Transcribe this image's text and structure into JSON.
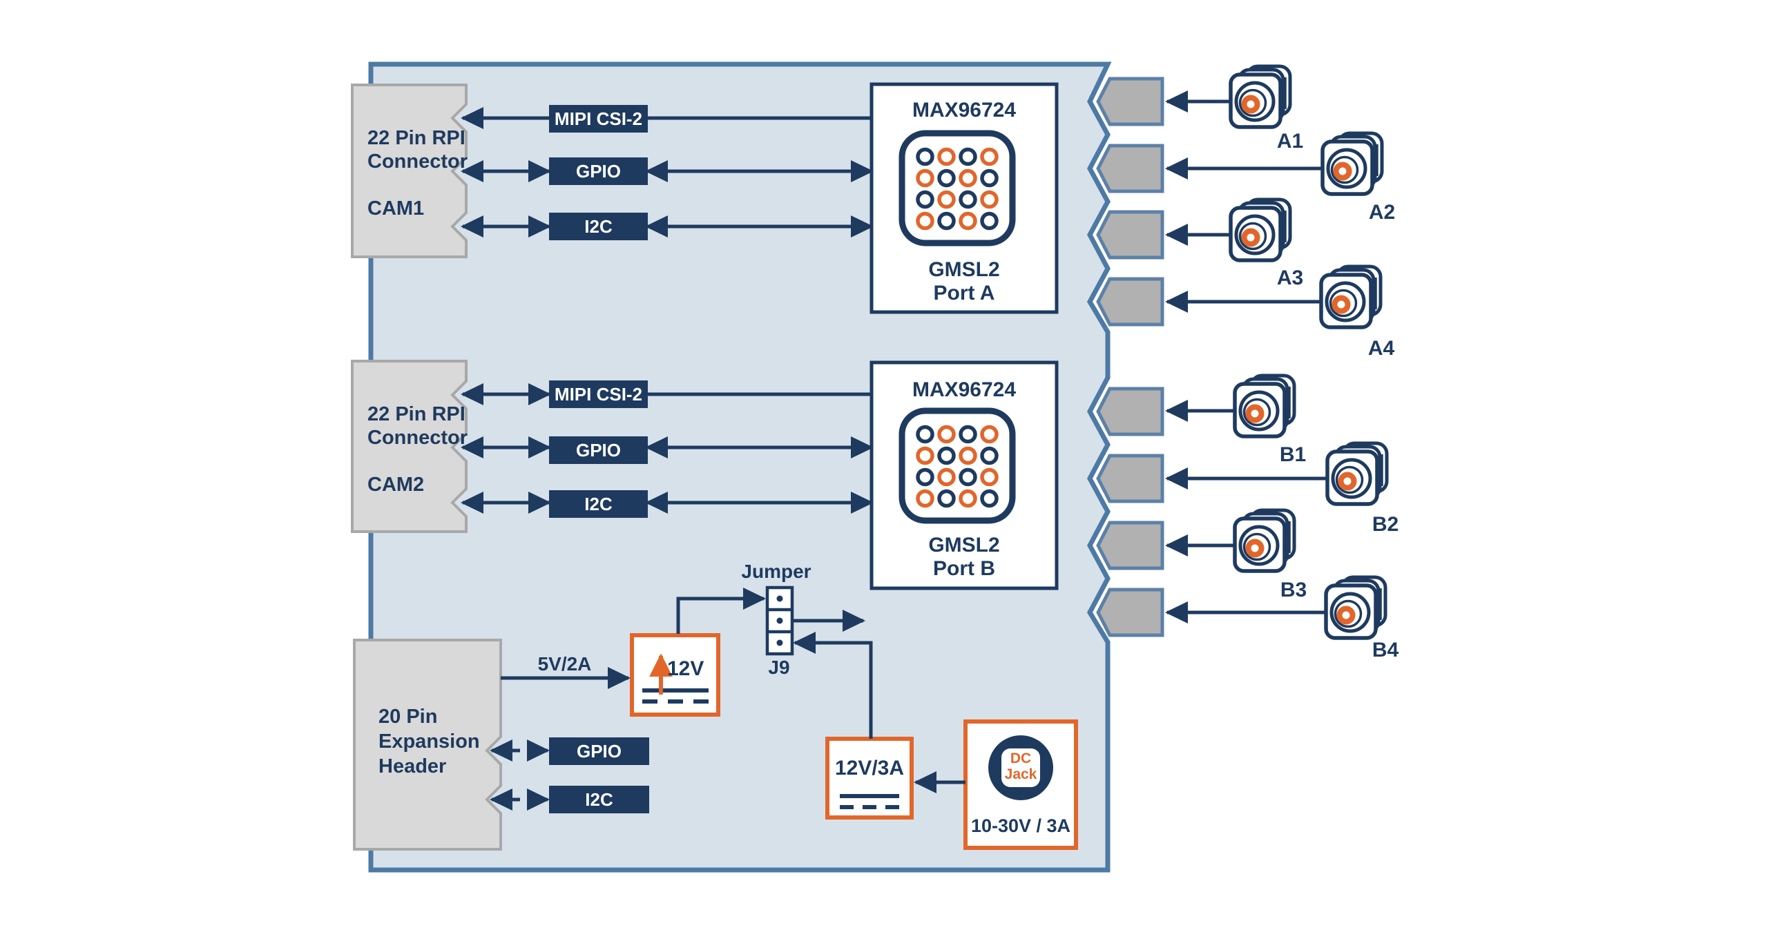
{
  "colors": {
    "navy": "#1e3a5f",
    "orange": "#e2662a",
    "board_fill": "#d7e1ea",
    "board_border": "#4d7aa5",
    "block_fill": "#d9d9d9",
    "block_border": "#a8a8a8",
    "pentagon_fill": "#b1b1b1",
    "pentagon_border": "#5c81a8",
    "bar_text": "#ffffff"
  },
  "cam1": {
    "line1": "22 Pin RPI",
    "line2": "Connector",
    "name": "CAM1",
    "mipi": "MIPI CSI-2",
    "gpio": "GPIO",
    "i2c": "I2C"
  },
  "cam2": {
    "line1": "22 Pin RPI",
    "line2": "Connector",
    "name": "CAM2",
    "mipi": "MIPI CSI-2",
    "gpio": "GPIO",
    "i2c": "I2C"
  },
  "expansion": {
    "line1": "20 Pin",
    "line2": "Expansion",
    "line3": "Header",
    "gpio": "GPIO",
    "i2c": "I2C"
  },
  "deserializer_a": {
    "chip": "MAX96724",
    "bus": "GMSL2",
    "port": "Port A"
  },
  "deserializer_b": {
    "chip": "MAX96724",
    "bus": "GMSL2",
    "port": "Port B"
  },
  "power": {
    "input_5v": "5V/2A",
    "regulator": "12V",
    "jumper_title": "Jumper",
    "jumper_ref": "J9",
    "rail": "12V/3A",
    "dc_jack_line1": "DC",
    "dc_jack_line2": "Jack",
    "dc_input_range": "10-30V / 3A"
  },
  "cameras": {
    "a": [
      "A1",
      "A2",
      "A3",
      "A4"
    ],
    "b": [
      "B1",
      "B2",
      "B3",
      "B4"
    ]
  }
}
